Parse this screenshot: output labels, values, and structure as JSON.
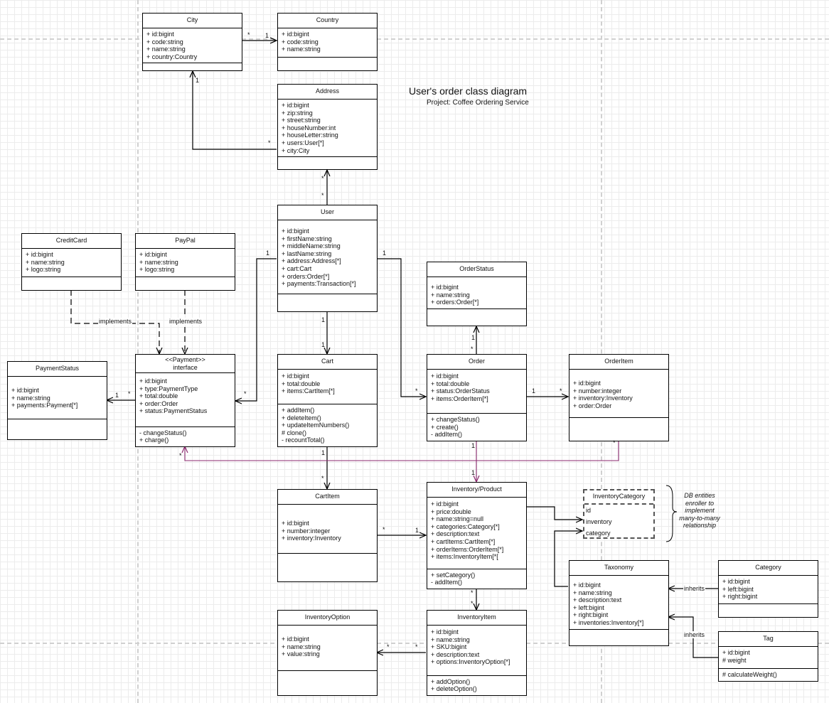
{
  "diagram": {
    "title": "User's order class diagram",
    "subtitle": "Project: Coffee Ordering Service"
  },
  "classes": {
    "city": {
      "name": "City",
      "attributes": [
        "+ id:bigint",
        "+ code:string",
        "+ name:string",
        "+ country:Country"
      ]
    },
    "country": {
      "name": "Country",
      "attributes": [
        "+ id:bigint",
        "+ code:string",
        "+ name:string"
      ]
    },
    "address": {
      "name": "Address",
      "attributes": [
        "+ id:bigint",
        "+ zip:string",
        "+ street:string",
        "+ houseNumber:int",
        "+ houseLetter:string",
        "+ users:User[*]",
        "+ city:City"
      ]
    },
    "user": {
      "name": "User",
      "attributes": [
        "+ id:bigint",
        "+ firstName:string",
        "+ middleName:string",
        "+ lastName:string",
        "+ address:Address[*]",
        "+ cart:Cart",
        "+ orders:Order[*]",
        "+ payments:Transaction[*]"
      ]
    },
    "credit_card": {
      "name": "CreditCard",
      "attributes": [
        "+ id:bigint",
        "+ name:string",
        "+ logo:string"
      ]
    },
    "paypal": {
      "name": "PayPal",
      "attributes": [
        "+ id:bigint",
        "+ name:string",
        "+ logo:string"
      ]
    },
    "order_status": {
      "name": "OrderStatus",
      "attributes": [
        "+ id:bigint",
        "+ name:string",
        "+ orders:Order[*]"
      ]
    },
    "payment_status": {
      "name": "PaymentStatus",
      "attributes": [
        "+ id:bigint",
        "+ name:string",
        "+ payments:Payment[*]"
      ]
    },
    "payment": {
      "stereotype": "<<Payment>>",
      "name": "interface",
      "attributes": [
        "+ id:bigint",
        "+ type:PaymentType",
        "+ total:double",
        "+ order:Order",
        "+ status:PaymentStatus"
      ],
      "methods": [
        "- changeStatus()",
        "+ charge()"
      ]
    },
    "cart": {
      "name": "Cart",
      "attributes": [
        "+ id:bigint",
        "+ total:double",
        "+ items:CartItem[*]"
      ],
      "methods": [
        "+ addItem()",
        "+ deleteItem()",
        "+ updateItemNumbers()",
        "# clone()",
        "- recountTotal()"
      ]
    },
    "order": {
      "name": "Order",
      "attributes": [
        "+ id:bigint",
        "+ total:double",
        "+ status:OrderStatus",
        "+ items:OrderItem[*]"
      ],
      "methods": [
        "+ changeStatus()",
        "+ create()",
        "- addItem()"
      ]
    },
    "order_item": {
      "name": "OrderItem",
      "attributes": [
        "+ id:bigint",
        "+ number:integer",
        "+ inventory:Inventory",
        "+ order:Order"
      ]
    },
    "cart_item": {
      "name": "CartItem",
      "attributes": [
        "+ id:bigint",
        "+ number:integer",
        "+ inventory:Inventory"
      ]
    },
    "inventory_product": {
      "name": "Inventory/Product",
      "attributes": [
        "+ id:bigint",
        "+ price:double",
        "+ name:string=null",
        "+ categories:Category[*]",
        "+ description:text",
        "+ cartItems:CartItem[*]",
        "+ orderItems:OrderItem[*]",
        "+ items:InventoryItem[*["
      ],
      "methods": [
        "+ setCategory()",
        "- addItem()"
      ]
    },
    "inventory_category": {
      "name": "InventoryCategory",
      "fields": [
        "id",
        "inventory",
        "category"
      ]
    },
    "taxonomy": {
      "name": "Taxonomy",
      "attributes": [
        "+ id:bigint",
        "+ name:string",
        "+ description:text",
        "+ left:bigint",
        "+ right:bigint",
        "+ inventories:Inventory[*]"
      ]
    },
    "category": {
      "name": "Category",
      "attributes": [
        "+ id:bigint",
        "+ left:bigint",
        "+ right:bigint"
      ]
    },
    "tag": {
      "name": "Tag",
      "attributes": [
        "+ id:bigint",
        "# weight"
      ],
      "methods": [
        "# calculateWeight()"
      ]
    },
    "inventory_option": {
      "name": "InventoryOption",
      "attributes": [
        "+ id:bigint",
        "+ name:string",
        "+ value:string"
      ]
    },
    "inventory_item": {
      "name": "InventoryItem",
      "attributes": [
        "+ id:bigint",
        "+ name:string",
        "+ SKU:bigint",
        "+ description:text",
        "+ options:InventoryOption[*]"
      ],
      "methods": [
        "+ addOption()",
        "+ deleteOption()"
      ]
    }
  },
  "labels": {
    "implements": "implements",
    "inherits": "inherits",
    "one": "1",
    "many": "*"
  },
  "note": [
    "DB entities",
    "enroller to",
    "implement",
    "many-to-many",
    "relationship"
  ]
}
